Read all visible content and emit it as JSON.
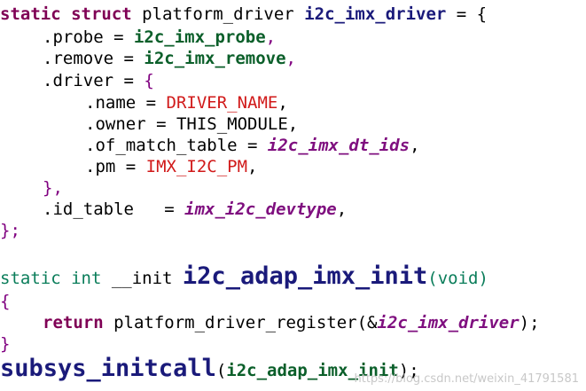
{
  "code_lines": [
    {
      "segments": [
        {
          "text": "static ",
          "cls": "kw"
        },
        {
          "text": "struct ",
          "cls": "kw"
        },
        {
          "text": "platform_driver ",
          "cls": "plain"
        },
        {
          "text": "i2c_imx_driver",
          "cls": "def"
        },
        {
          "text": " = {",
          "cls": "plain"
        }
      ]
    },
    {
      "indent": 1,
      "segments": [
        {
          "text": ".probe = ",
          "cls": "plain"
        },
        {
          "text": "i2c_imx_probe",
          "cls": "fn"
        },
        {
          "text": ",",
          "cls": "brace"
        }
      ]
    },
    {
      "indent": 1,
      "segments": [
        {
          "text": ".remove = ",
          "cls": "plain"
        },
        {
          "text": "i2c_imx_remove",
          "cls": "fn"
        },
        {
          "text": ",",
          "cls": "brace"
        }
      ]
    },
    {
      "indent": 1,
      "segments": [
        {
          "text": ".driver = ",
          "cls": "plain"
        },
        {
          "text": "{",
          "cls": "brace"
        }
      ]
    },
    {
      "indent": 2,
      "segments": [
        {
          "text": ".name = ",
          "cls": "plain"
        },
        {
          "text": "DRIVER_NAME",
          "cls": "str"
        },
        {
          "text": ",",
          "cls": "plain"
        }
      ]
    },
    {
      "indent": 2,
      "segments": [
        {
          "text": ".owner = ",
          "cls": "plain"
        },
        {
          "text": "THIS_MODULE",
          "cls": "plain"
        },
        {
          "text": ",",
          "cls": "plain"
        }
      ]
    },
    {
      "indent": 2,
      "segments": [
        {
          "text": ".of_match_table = ",
          "cls": "plain"
        },
        {
          "text": "i2c_imx_dt_ids",
          "cls": "it"
        },
        {
          "text": ",",
          "cls": "plain"
        }
      ]
    },
    {
      "indent": 2,
      "segments": [
        {
          "text": ".pm = ",
          "cls": "plain"
        },
        {
          "text": "IMX_I2C_PM",
          "cls": "str"
        },
        {
          "text": ",",
          "cls": "plain"
        }
      ]
    },
    {
      "indent": 1,
      "segments": [
        {
          "text": "},",
          "cls": "brace"
        }
      ]
    },
    {
      "indent": 1,
      "segments": [
        {
          "text": ".id_table   = ",
          "cls": "plain"
        },
        {
          "text": "imx_i2c_devtype",
          "cls": "it"
        },
        {
          "text": ",",
          "cls": "plain"
        }
      ]
    },
    {
      "segments": [
        {
          "text": "};",
          "cls": "brace"
        }
      ]
    },
    {
      "segments": []
    },
    {
      "segments": [
        {
          "text": "static ",
          "cls": "kwt"
        },
        {
          "text": "int ",
          "cls": "kwt"
        },
        {
          "text": "__init ",
          "cls": "plain"
        },
        {
          "text": "i2c_adap_imx_init",
          "cls": "def big"
        },
        {
          "text": "(void)",
          "cls": "kwt"
        }
      ]
    },
    {
      "segments": [
        {
          "text": "{",
          "cls": "brace"
        }
      ]
    },
    {
      "indent": 1,
      "segments": [
        {
          "text": "return ",
          "cls": "kw"
        },
        {
          "text": "platform_driver_register(&",
          "cls": "plain"
        },
        {
          "text": "i2c_imx_driver",
          "cls": "it"
        },
        {
          "text": ");",
          "cls": "plain"
        }
      ]
    },
    {
      "segments": [
        {
          "text": "}",
          "cls": "brace"
        }
      ]
    },
    {
      "segments": [
        {
          "text": "subsys_initcall",
          "cls": "def big"
        },
        {
          "text": "(",
          "cls": "plain"
        },
        {
          "text": "i2c_adap_imx_init",
          "cls": "fn"
        },
        {
          "text": ");",
          "cls": "plain"
        }
      ]
    }
  ],
  "watermark": "https://blog.csdn.net/weixin_41791581"
}
